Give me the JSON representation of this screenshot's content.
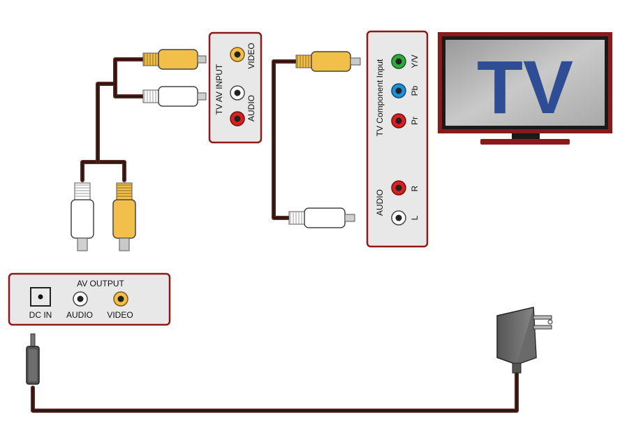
{
  "av_output_box": {
    "title": "AV OUTPUT",
    "dc_in_label": "DC IN",
    "audio_label": "AUDIO",
    "video_label": "VIDEO"
  },
  "tv_av_input_box": {
    "title": "TV AV INPUT",
    "video_label": "VIDEO",
    "audio_label": "AUDIO"
  },
  "tv_component_box": {
    "title": "TV Component Input",
    "y_label": "Y/V",
    "pb_label": "Pb",
    "pr_label": "Pr",
    "audio_label": "AUDIO",
    "r_label": "R",
    "l_label": "L"
  },
  "tv_screen": {
    "label": "TV"
  },
  "colors": {
    "box_fill": "#e8e8e8",
    "box_border": "#8b1a1a",
    "cable": "#3a1a14",
    "plug_yellow": "#f2c04a",
    "plug_white": "#ffffff",
    "plug_red": "#d82020",
    "jack_green": "#2eaa3a",
    "jack_blue": "#1f8fd6",
    "tv_text": "#2e4d94"
  }
}
